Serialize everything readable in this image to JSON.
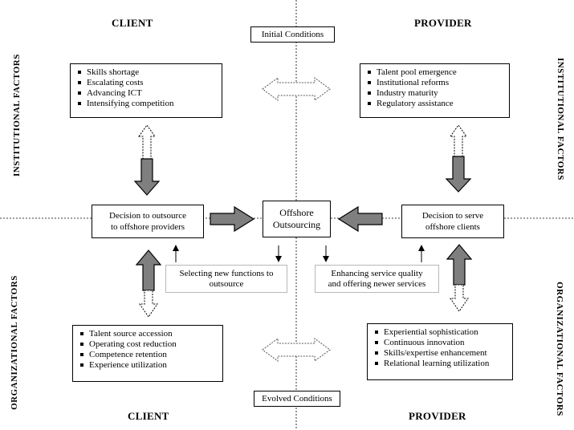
{
  "headers": {
    "client_top": "CLIENT",
    "provider_top": "PROVIDER",
    "client_bottom": "CLIENT",
    "provider_bottom": "PROVIDER"
  },
  "side_labels": {
    "institutional": "INSTITUTIONAL FACTORS",
    "organizational": "ORGANIZATIONAL FACTORS"
  },
  "conditions": {
    "initial": "Initial Conditions",
    "evolved": "Evolved Conditions"
  },
  "client_institutional": [
    "Skills shortage",
    "Escalating costs",
    "Advancing ICT",
    "Intensifying competition"
  ],
  "provider_institutional": [
    "Talent pool emergence",
    "Institutional reforms",
    "Industry maturity",
    "Regulatory assistance"
  ],
  "client_organizational": [
    "Talent source accession",
    "Operating cost reduction",
    "Competence retention",
    "Experience utilization"
  ],
  "provider_organizational": [
    "Experiential  sophistication",
    "Continuous innovation",
    "Skills/expertise enhancement",
    "Relational learning utilization"
  ],
  "center": {
    "client_decision": [
      "Decision to outsource",
      "to offshore providers"
    ],
    "offshore": [
      "Offshore",
      "Outsourcing"
    ],
    "provider_decision": [
      "Decision to serve",
      "offshore clients"
    ]
  },
  "feedback": {
    "client": [
      "Selecting new functions to",
      "outsource"
    ],
    "provider": [
      "Enhancing service quality",
      "and offering newer services"
    ]
  },
  "colors": {
    "arrow_fill": "#7f7f7f",
    "line": "#000000",
    "grey_border": "#b8b8b8"
  }
}
